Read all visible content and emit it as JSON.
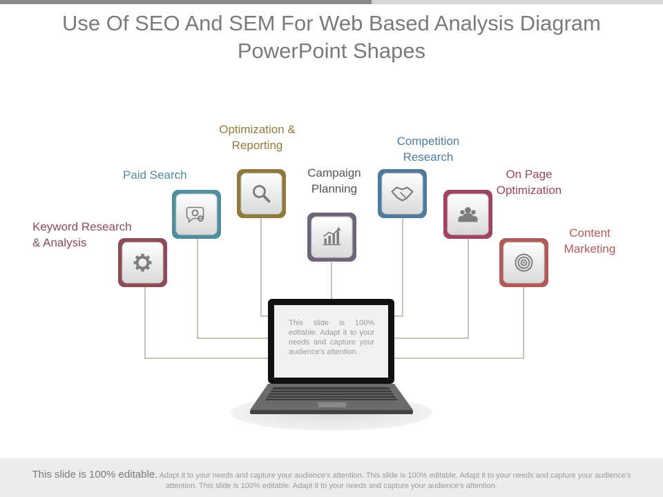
{
  "title": "Use Of SEO And SEM For Web Based Analysis Diagram\nPowerPoint Shapes",
  "colors": {
    "keyword": "#8c4b57",
    "paid": "#4e8e9e",
    "optimization": "#8f7a3a",
    "campaign": "#6f6478",
    "competition": "#4f7a9c",
    "onpage": "#a0435e",
    "content": "#b05a5a"
  },
  "items": [
    {
      "label": "Keyword Research\n& Analysis",
      "icon": "gear-icon",
      "color": "#8c4b57"
    },
    {
      "label": "Paid Search",
      "icon": "gears-chat-icon",
      "color": "#4e8e9e"
    },
    {
      "label": "Optimization &\nReporting",
      "icon": "magnifier-icon",
      "color": "#8f7a3a"
    },
    {
      "label": "Campaign\nPlanning",
      "icon": "growth-chart-icon",
      "color": "#6f6478"
    },
    {
      "label": "Competition\nResearch",
      "icon": "handshake-icon",
      "color": "#4f7a9c"
    },
    {
      "label": "On Page\nOptimization",
      "icon": "people-icon",
      "color": "#a0435e"
    },
    {
      "label": "Content\nMarketing",
      "icon": "target-icon",
      "color": "#b05a5a"
    }
  ],
  "laptop": {
    "screen_text": "This slide is 100% editable. Adapt it to your needs and capture your audience's attention."
  },
  "footer": {
    "lead": "This slide is 100% editable.",
    "text": " Adapt it to your needs and capture your audience's attention. This slide is 100% editable. Adapt it to your needs and capture your audience's attention. This slide is 100% editable.  Adapt it to your needs and capture your audience's attention."
  }
}
